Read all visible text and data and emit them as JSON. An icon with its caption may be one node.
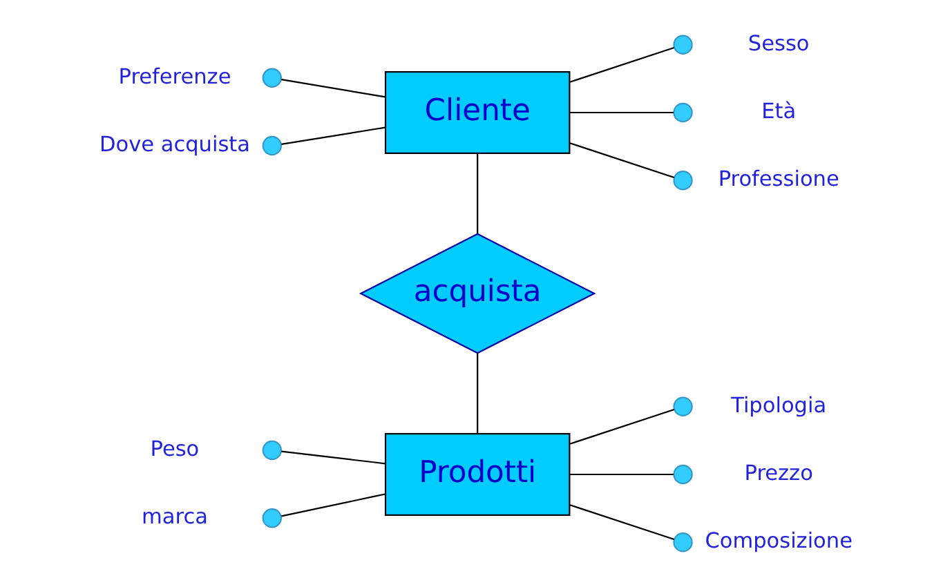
{
  "diagram": {
    "nodes": [
      {
        "text": [
          "Cliente"
        ]
      },
      {
        "text": [],
        "shape": "circle",
        "beside": [
          "Preferenze"
        ]
      },
      {
        "text": [],
        "shape": "circle",
        "beside": [
          "Dove acquista"
        ]
      },
      {
        "text": [],
        "shape": "circle",
        "beside": [
          "Sesso"
        ]
      },
      {
        "text": [],
        "shape": "circle",
        "beside": [
          "Età"
        ]
      },
      {
        "text": [],
        "shape": "circle",
        "beside": [
          "Professione"
        ]
      },
      {
        "text": [
          "acquista"
        ]
      },
      {
        "text": [
          "Prodotti"
        ]
      },
      {
        "text": [],
        "shape": "circle",
        "beside": [
          "Peso"
        ]
      },
      {
        "text": [],
        "shape": "circle",
        "beside": [
          "marca"
        ]
      },
      {
        "text": [],
        "shape": "circle",
        "beside": [
          "Tipologia"
        ]
      },
      {
        "text": [],
        "shape": "circle",
        "beside": [
          "Prezzo"
        ]
      },
      {
        "text": [],
        "shape": "circle",
        "beside": [
          "Composizione"
        ]
      }
    ],
    "edges": [
      {
        "from": 1,
        "to": 0,
        "arrow": "none"
      },
      {
        "from": 2,
        "to": 0,
        "arrow": "none"
      },
      {
        "from": 0,
        "to": 3,
        "arrow": "none"
      },
      {
        "from": 0,
        "to": 4,
        "arrow": "none"
      },
      {
        "from": 0,
        "to": 5,
        "arrow": "none"
      },
      {
        "from": 0,
        "to": 6,
        "arrow": "none"
      },
      {
        "from": 6,
        "to": 7,
        "arrow": "none"
      },
      {
        "from": 8,
        "to": 7,
        "arrow": "none"
      },
      {
        "from": 9,
        "to": 7,
        "arrow": "none"
      },
      {
        "from": 7,
        "to": 10,
        "arrow": "none"
      },
      {
        "from": 7,
        "to": 11,
        "arrow": "none"
      },
      {
        "from": 7,
        "to": 12,
        "arrow": "none"
      }
    ]
  }
}
